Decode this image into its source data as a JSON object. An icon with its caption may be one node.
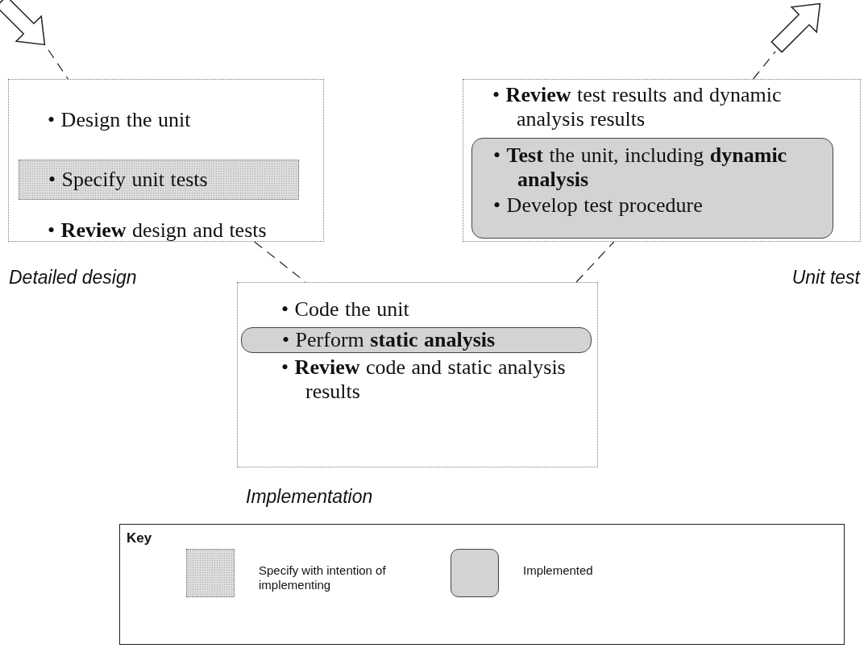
{
  "diagram": {
    "nodes": [
      {
        "text": [
          "• Design the unit",
          "• **Review** design and tests"
        ],
        "beside": [
          "Detailed design"
        ]
      },
      {
        "text": [
          "• Specify unit tests"
        ],
        "in": 0
      },
      {
        "text": [
          "• **Review** test results and dynamic analysis results"
        ],
        "beside": [
          "Unit test"
        ]
      },
      {
        "text": [
          "• **Test** the unit, including **dynamic analysis**",
          "• Develop test procedure"
        ],
        "in": 2
      },
      {
        "text": [
          "• Code the unit",
          "• **Review** code and static analysis results"
        ],
        "beside": [
          "Implementation"
        ]
      },
      {
        "text": [
          "• Perform **static analysis**"
        ],
        "in": 4
      }
    ],
    "edges": [
      {
        "from": null,
        "to": 0,
        "arrow": "none",
        "style": "dashed"
      },
      {
        "from": 0,
        "to": 4,
        "arrow": "none",
        "style": "dashed"
      },
      {
        "from": 4,
        "to": 2,
        "arrow": "none",
        "style": "dashed"
      },
      {
        "from": 2,
        "to": null,
        "arrow": "none",
        "style": "dashed"
      }
    ],
    "labels": [
      "Key"
    ],
    "legend": [
      {
        "text": "Specify with intention of implementing",
        "color": "#dcdcdc"
      },
      {
        "text": "Implemented",
        "color": "#d3d3d3"
      }
    ]
  }
}
